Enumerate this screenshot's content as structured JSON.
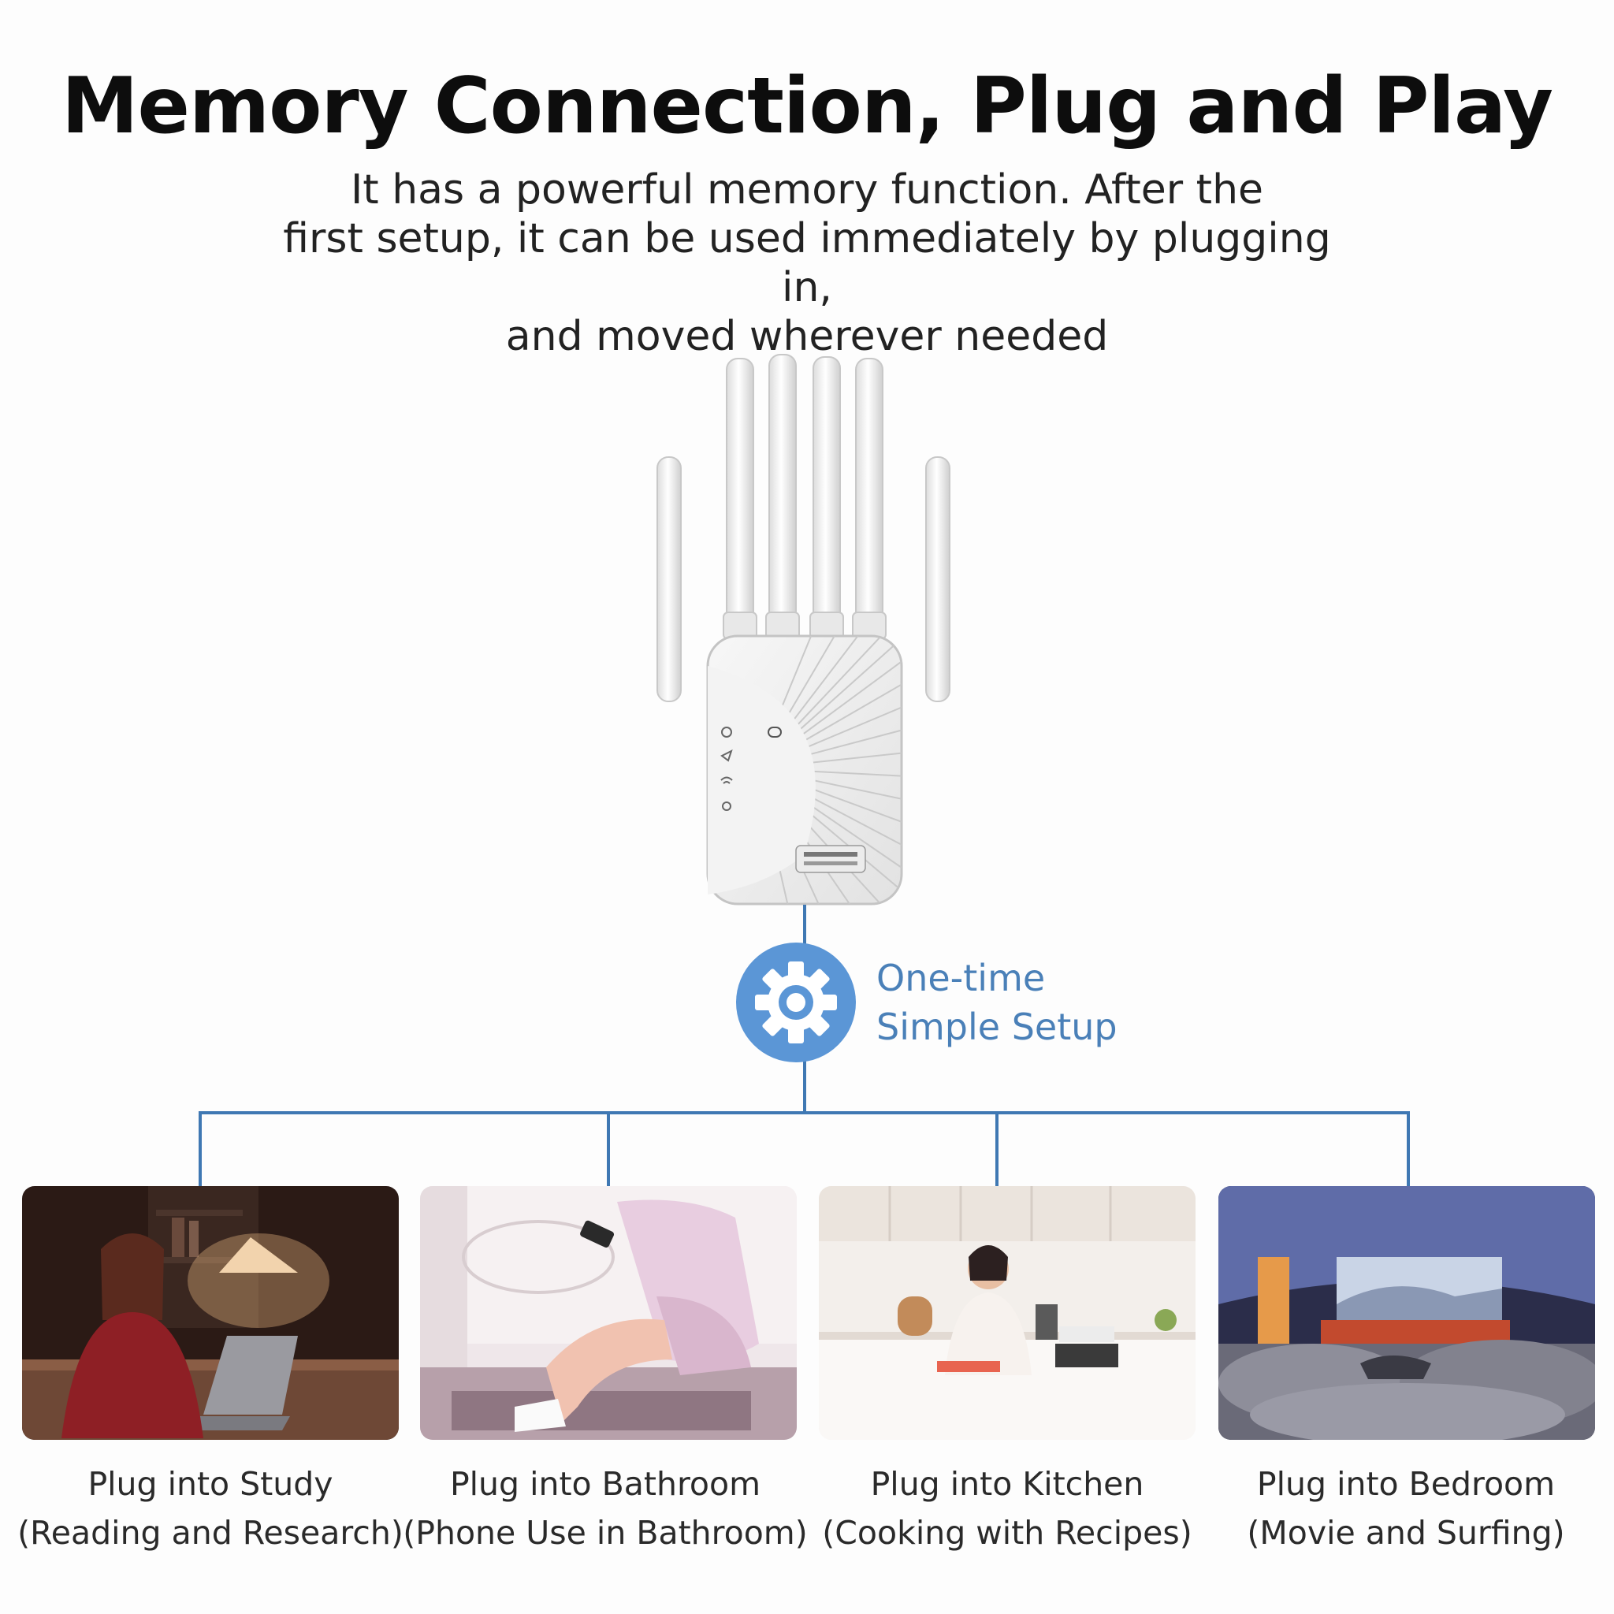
{
  "header": {
    "title": "Memory Connection, Plug and Play",
    "subtitle_lines": [
      "It has a powerful memory function. After the",
      "first setup, it can be used immediately by plugging in,",
      "and moved wherever needed"
    ]
  },
  "setup": {
    "line1": "One-time",
    "line2": "Simple Setup",
    "icon": "gear-icon"
  },
  "rooms": [
    {
      "line1": "Plug into Study",
      "line2": "(Reading and Research)"
    },
    {
      "line1": "Plug into Bathroom",
      "line2": "(Phone Use in Bathroom)"
    },
    {
      "line1": "Plug into Kitchen",
      "line2": "(Cooking with Recipes)"
    },
    {
      "line1": "Plug into Bedroom",
      "line2": "(Movie and Surfing)"
    }
  ],
  "colors": {
    "accent": "#5b96d6",
    "connector": "#3f78b3",
    "setup_text": "#4a80b8"
  }
}
